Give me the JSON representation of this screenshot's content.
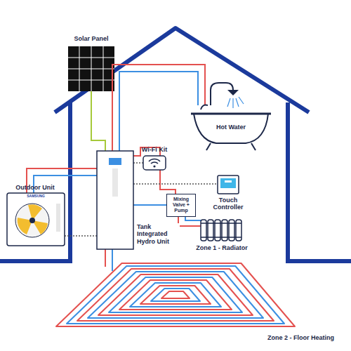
{
  "diagram": {
    "nodes": [
      {
        "text": [
          "Mixing Valve + Pump"
        ]
      }
    ],
    "labels": [
      "Solar Panel",
      "Hot Water",
      "Wi-Fi Kit",
      "Outdoor Unit",
      "SAMSUNG",
      "Touch Controller",
      "Tank Integrated Hydro Unit",
      "Zone 1 - Radiator",
      "Zone 2 - Floor Heating"
    ]
  }
}
